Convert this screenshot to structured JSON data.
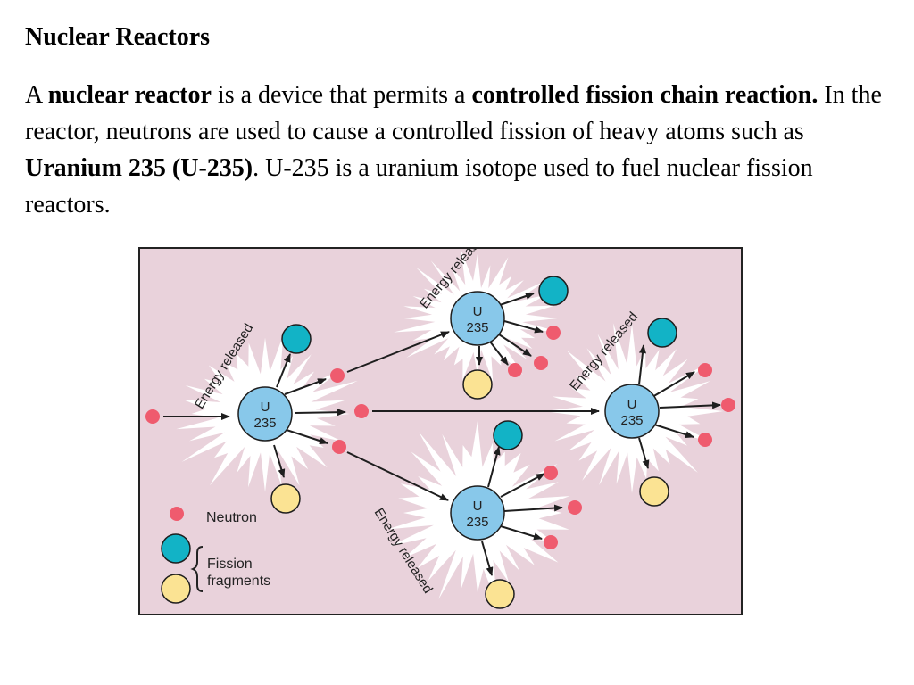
{
  "title": "Nuclear Reactors",
  "body": {
    "s1_a": "A ",
    "s1_b": "nuclear reactor",
    "s1_c": " is a device that permits a ",
    "s1_d": "controlled fission chain reaction.",
    "s1_e": " In the reactor, neutrons are used to cause a controlled fission of heavy atoms such as ",
    "s1_f": "Uranium 235 (U-235)",
    "s1_g": ". U-235 is a uranium isotope used to fuel nuclear fission reactors."
  },
  "diagram": {
    "nucleus_top": "U",
    "nucleus_bottom": "235",
    "energy_label": "Energy released",
    "legend": {
      "neutron": "Neutron",
      "fission_line1": "Fission",
      "fission_line2": "fragments"
    },
    "colors": {
      "background": "#e9d2db",
      "burst": "#ffffff",
      "nucleus": "#88c8ea",
      "neutron": "#ef5b6e",
      "fragment_a": "#12b3c6",
      "fragment_b": "#fbe393",
      "stroke": "#1e1e1e"
    }
  }
}
